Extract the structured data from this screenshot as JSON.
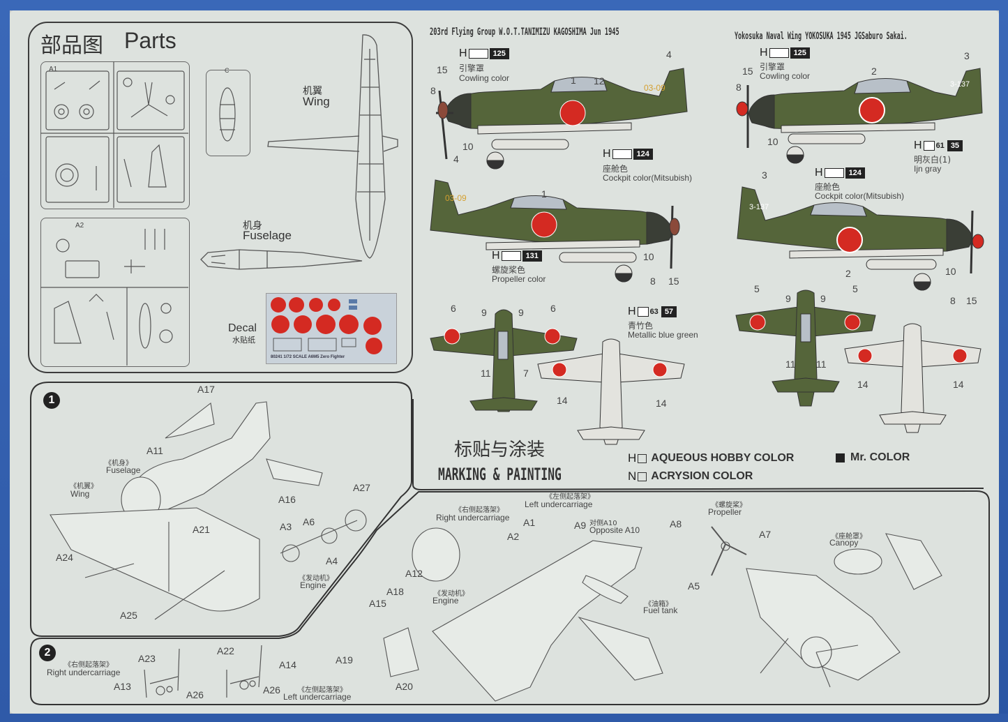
{
  "parts": {
    "title_cn": "部品图",
    "title_en": "Parts",
    "runner_a1": "A1",
    "runner_a2": "A2",
    "runner_c": "C",
    "wing_cn": "机翼",
    "wing_en": "Wing",
    "fuselage_cn": "机身",
    "fuselage_en": "Fuselage",
    "decal_en": "Decal",
    "decal_cn": "水贴纸",
    "decal_sheet_caption": "80241 1/72 SCALE  A6M5 Zero Fighter"
  },
  "scheme1": {
    "title": "203rd Flying Group W.O.T.TANIMIZU KAGOSHIMA Jun 1945",
    "tail_code": "03-09",
    "cowling_code": "125",
    "cowling_cn": "引擎罩",
    "cowling_en": "Cowling color",
    "cockpit_code": "124",
    "cockpit_cn": "座舱色",
    "cockpit_en": "Cockpit color(Mitsubish)",
    "propeller_code": "131",
    "propeller_cn": "螺旋桨色",
    "propeller_en": "Propeller color",
    "metallic_code1": "63",
    "metallic_code2": "57",
    "metallic_cn": "青竹色",
    "metallic_en": "Metallic blue green"
  },
  "scheme2": {
    "title": "Yokosuka Naval Wing  YOKOSUKA 1945 JGSaburo Sakai.",
    "tail_code": "3-137",
    "cowling_code": "125",
    "cowling_cn": "引擎罩",
    "cowling_en": "Cowling color",
    "grey_code1": "61",
    "grey_code2": "35",
    "grey_cn": "明灰白(1)",
    "grey_en": "Ijn gray",
    "cockpit_code": "124",
    "cockpit_cn": "座舱色",
    "cockpit_en": "Cockpit color(Mitsubish)"
  },
  "marking": {
    "title_cn": "标贴与涂装",
    "title_en": "MARKING & PAINTING",
    "aqueous": "AQUEOUS HOBBY COLOR",
    "mrcolor": "Mr. COLOR",
    "acrysion": "ACRYSION COLOR",
    "h_prefix": "H",
    "n_prefix": "N"
  },
  "callouts": {
    "n1": "1",
    "n2": "2",
    "n3": "3",
    "n4": "4",
    "n5": "5",
    "n6": "6",
    "n7": "7",
    "n8": "8",
    "n9": "9",
    "n10": "10",
    "n11": "11",
    "n12": "12",
    "n14": "14",
    "n15": "15"
  },
  "step1": {
    "number": "1",
    "A17": "A17",
    "A11": "A11",
    "A16": "A16",
    "A21": "A21",
    "A24": "A24",
    "A25": "A25",
    "A27": "A27",
    "A3": "A3",
    "A6": "A6",
    "A4": "A4",
    "fuselage_cn": "《机身》",
    "fuselage_en": "Fuselage",
    "wing_cn": "《机翼》",
    "wing_en": "Wing",
    "engine_cn": "《发动机》",
    "engine_en": "Engine"
  },
  "step2": {
    "number": "2",
    "right_cn": "《右侧起落架》",
    "right_en": "Right undercarriage",
    "left_cn": "《左侧起落架》",
    "left_en": "Left undercarriage",
    "A23": "A23",
    "A13": "A13",
    "A26a": "A26",
    "A22": "A22",
    "A14": "A14",
    "A26b": "A26"
  },
  "step3": {
    "right_cn": "《右侧起落架》",
    "right_en": "Right undercarriage",
    "left_cn": "《左侧起落架》",
    "left_en": "Left undercarriage",
    "A1": "A1",
    "A2": "A2",
    "A9": "A9",
    "A9_cn": "对侧A10",
    "A9_en": "Opposite A10",
    "A12": "A12",
    "A18": "A18",
    "A15": "A15",
    "A19": "A19",
    "A20": "A20",
    "engine_cn": "《发动机》",
    "engine_en": "Engine",
    "fuel_cn": "《油箱》",
    "fuel_en": "Fuel tank",
    "A8": "A8",
    "A7": "A7",
    "A5": "A5",
    "prop_cn": "《螺旋桨》",
    "prop_en": "Propeller",
    "canopy_cn": "《座舱罩》",
    "canopy_en": "Canopy"
  },
  "colors": {
    "green": "#55653a",
    "red": "#d42a22",
    "underside": "#e3e3de",
    "frame_blue": "#3a68b8"
  }
}
